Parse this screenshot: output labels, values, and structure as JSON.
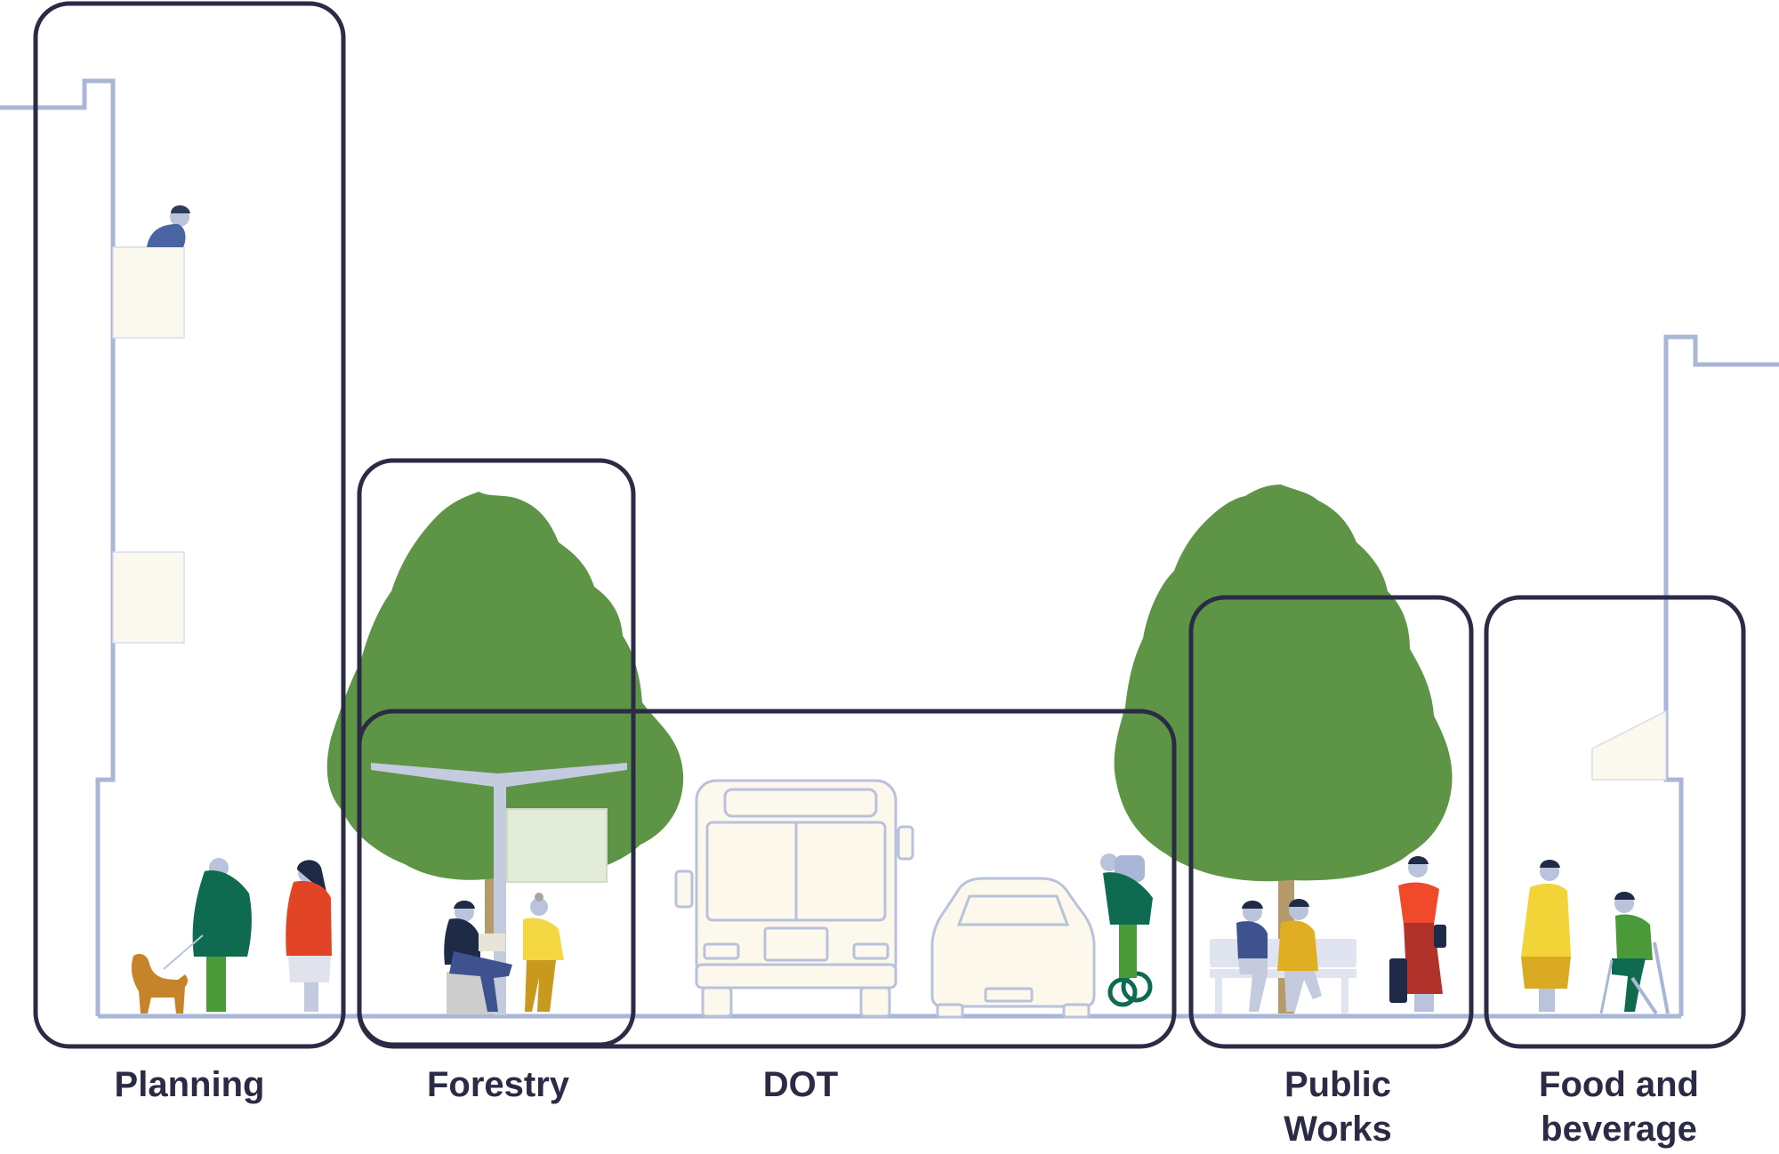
{
  "labels": {
    "planning": "Planning",
    "forestry": "Forestry",
    "dot": "DOT",
    "public_works_line1": "Public",
    "public_works_line2": "Works",
    "food_line1": "Food and",
    "food_line2": "beverage"
  },
  "colors": {
    "frame": "#2b2b45",
    "building": "#a9b6d6",
    "tree": "#5d9446",
    "vehicle_fill": "#fdf8ec",
    "vehicle_line": "#b9c2dc"
  }
}
